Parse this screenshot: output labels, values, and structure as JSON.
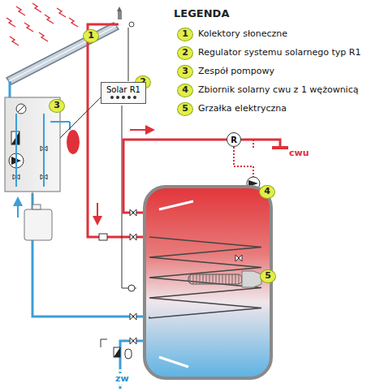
{
  "diagram": {
    "nodes": [
      {
        "text": [
          "Solar R1"
        ]
      },
      {
        "text": [
          "R"
        ]
      }
    ],
    "labels": [
      "LEGENDA",
      "1",
      "2",
      "3",
      "4",
      "5",
      "1",
      "2",
      "3",
      "4",
      "5",
      "cwu",
      "zw"
    ],
    "legend": [
      {
        "text": "Kolektory słoneczne"
      },
      {
        "text": "Regulator systemu solarnego typ R1"
      },
      {
        "text": "Zespół pompowy"
      },
      {
        "text": "Zbiornik solarny cwu z 1 wężownicą"
      },
      {
        "text": "Grzałka elektryczna"
      }
    ]
  }
}
